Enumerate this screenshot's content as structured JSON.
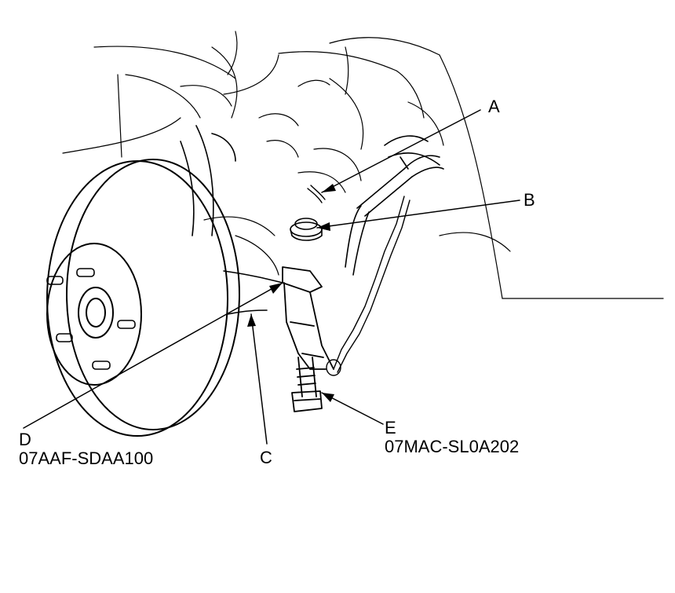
{
  "callouts": {
    "a": {
      "letter": "A"
    },
    "b": {
      "letter": "B"
    },
    "c": {
      "letter": "C"
    },
    "d": {
      "letter": "D",
      "part_number": "07AAF-SDAA100"
    },
    "e": {
      "letter": "E",
      "part_number": "07MAC-SL0A202"
    }
  },
  "colors": {
    "line": "#000000",
    "background": "#ffffff"
  }
}
